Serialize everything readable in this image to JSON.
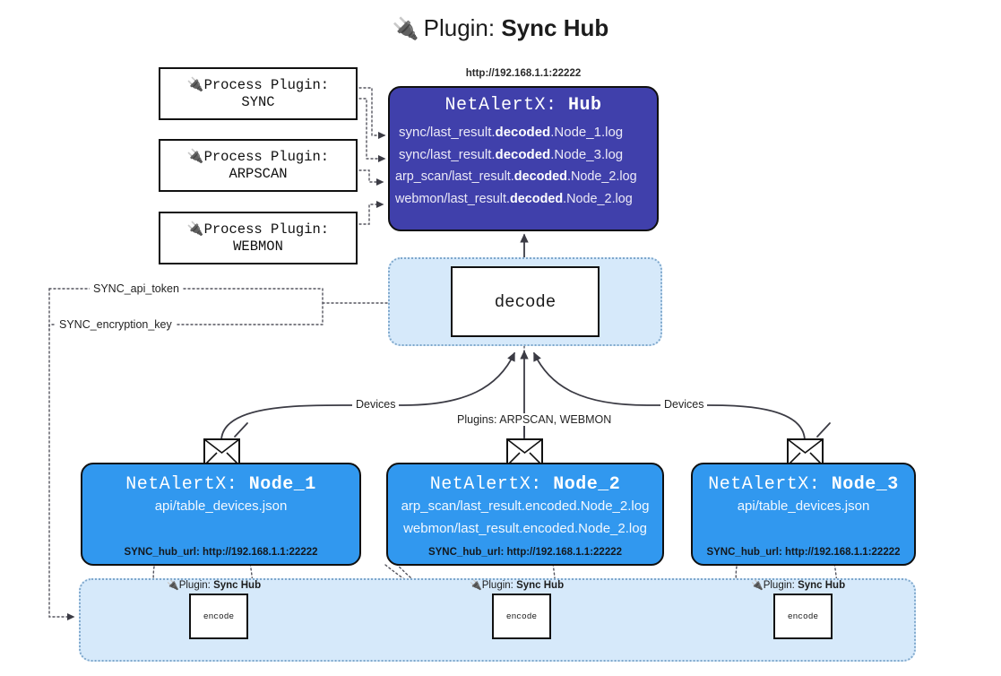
{
  "title": {
    "icon": "plug-icon",
    "prefix": "Plugin: ",
    "name": "Sync Hub",
    "glyph": "🔌"
  },
  "process_plugins": [
    {
      "label": "Process Plugin:",
      "name": "SYNC"
    },
    {
      "label": "Process Plugin:",
      "name": "ARPSCAN"
    },
    {
      "label": "Process Plugin:",
      "name": "WEBMON"
    }
  ],
  "hub": {
    "url": "http://192.168.1.1:22222",
    "title_prefix": "NetAlertX: ",
    "title_name": "Hub",
    "logs": [
      {
        "pre": "sync/last_result.",
        "mid": "decoded",
        "post": ".Node_1.log"
      },
      {
        "pre": "sync/last_result.",
        "mid": "decoded",
        "post": ".Node_3.log"
      },
      {
        "pre": "arp_scan/last_result.",
        "mid": "decoded",
        "post": ".Node_2.log"
      },
      {
        "pre": "webmon/last_result.",
        "mid": "decoded",
        "post": ".Node_2.log"
      }
    ]
  },
  "decode": {
    "label": "decode"
  },
  "secrets": [
    {
      "label": "SYNC_api_token"
    },
    {
      "label": "SYNC_encryption_key"
    }
  ],
  "edges": {
    "devices_left": "Devices",
    "devices_right": "Devices",
    "plugins_center": "Plugins: ARPSCAN, WEBMON"
  },
  "nodes": [
    {
      "title_prefix": "NetAlertX: ",
      "title_name": "Node_1",
      "lines": [
        "api/table_devices.json"
      ],
      "url_key": "SYNC_hub_url: ",
      "url_value": "http://192.168.1.1:22222",
      "icon": "envelope-icon"
    },
    {
      "title_prefix": "NetAlertX: ",
      "title_name": "Node_2",
      "lines": [
        "arp_scan/last_result.encoded.Node_2.log",
        "webmon/last_result.encoded.Node_2.log"
      ],
      "url_key": "SYNC_hub_url: ",
      "url_value": "http://192.168.1.1:22222",
      "icon": "envelope-icon"
    },
    {
      "title_prefix": "NetAlertX: ",
      "title_name": "Node_3",
      "lines": [
        "api/table_devices.json"
      ],
      "url_key": "SYNC_hub_url: ",
      "url_value": "http://192.168.1.1:22222",
      "icon": "envelope-icon"
    }
  ],
  "encoders": [
    {
      "plugin_prefix": "Plugin: ",
      "plugin_name": "Sync Hub",
      "label": "encode",
      "glyph": "🔌"
    },
    {
      "plugin_prefix": "Plugin: ",
      "plugin_name": "Sync Hub",
      "label": "encode",
      "glyph": "🔌"
    },
    {
      "plugin_prefix": "Plugin: ",
      "plugin_name": "Sync Hub",
      "label": "encode",
      "glyph": "🔌"
    }
  ],
  "colors": {
    "hub": "#4040ab",
    "node": "#3198ef",
    "container": "#d6e9fa",
    "container_border": "#7fa8cc",
    "stroke": "#3b3b44"
  }
}
